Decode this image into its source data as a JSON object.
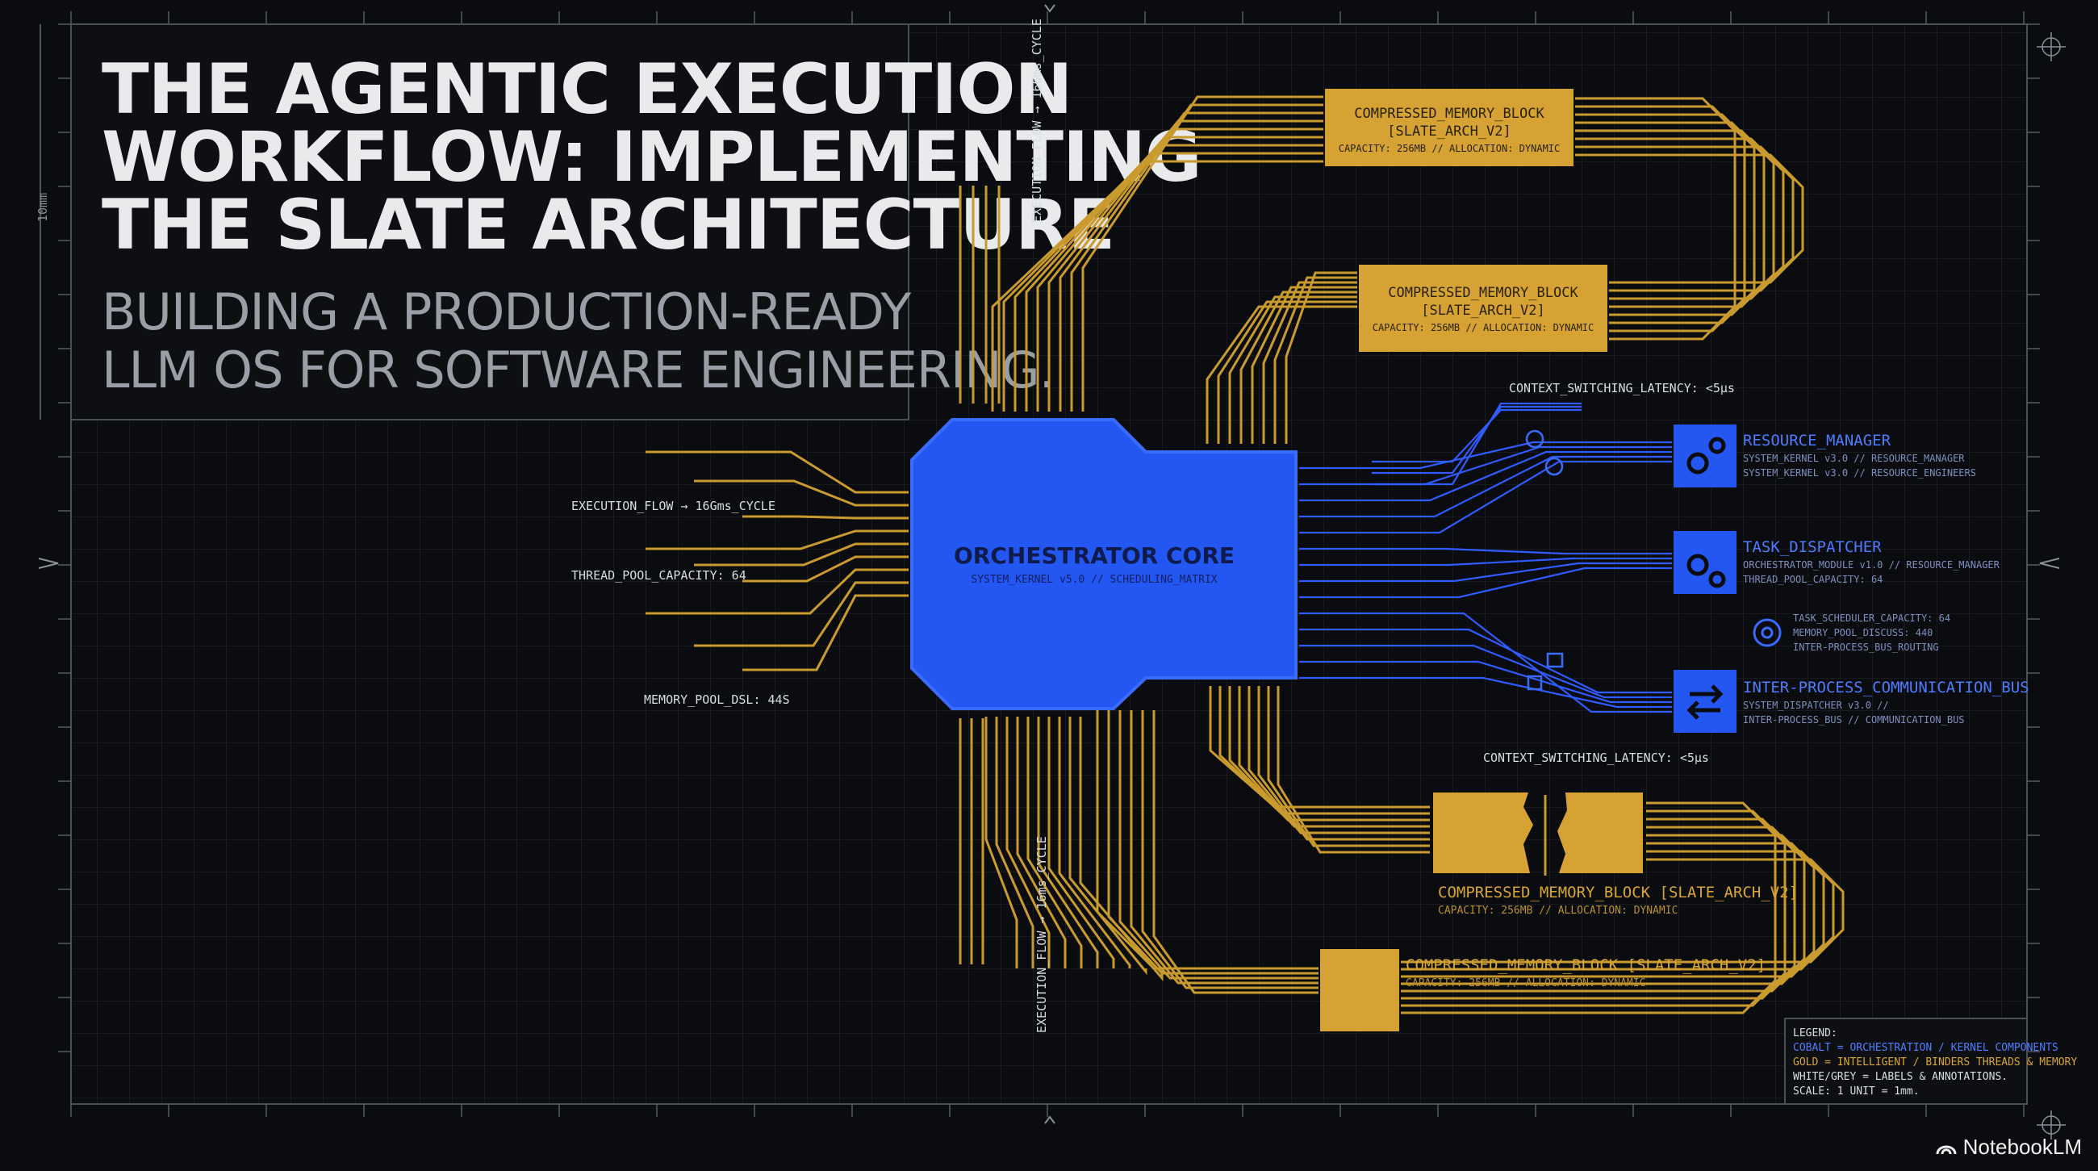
{
  "title": {
    "lines": [
      "THE AGENTIC EXECUTION",
      "WORKFLOW: IMPLEMENTING",
      "THE SLATE ARCHITECTURE"
    ],
    "subtitle_lines": [
      "BUILDING A PRODUCTION-READY",
      "LLM OS FOR SOFTWARE ENGINEERING."
    ]
  },
  "side_measure": "10mm",
  "core": {
    "title": "ORCHESTRATOR CORE",
    "subtitle": "SYSTEM_KERNEL v5.0 // SCHEDULING_MATRIX"
  },
  "left_labels": [
    "EXECUTION_FLOW → 16Gms_CYCLE",
    "THREAD_POOL_CAPACITY: 64",
    "MEMORY_POOL_DSL: 44S"
  ],
  "vertical_labels": [
    "EXECUTION_FLOW → 16Gms_CYCLE",
    "EXECUTION_FLOW → 16ms_CYCLE"
  ],
  "latency_labels": [
    "CONTEXT_SWITCHING_LATENCY: <5μs",
    "CONTEXT_SWITCHING_LATENCY: <5μs"
  ],
  "memory_blocks": [
    {
      "l1": "COMPRESSED_MEMORY_BLOCK",
      "l2": "[SLATE_ARCH_V2]",
      "l3": "CAPACITY: 256MB // ALLOCATION: DYNAMIC"
    },
    {
      "l1": "COMPRESSED_MEMORY_BLOCK",
      "l2": "[SLATE_ARCH_V2]",
      "l3": "CAPACITY: 256MB // ALLOCATION: DYNAMIC"
    },
    {
      "l1": "COMPRESSED_MEMORY_BLOCK [SLATE_ARCH_V2]",
      "l3": "CAPACITY: 256MB // ALLOCATION: DYNAMIC"
    },
    {
      "l1": "COMPRESSED_MEMORY_BLOCK [SLATE_ARCH_V2]",
      "l3": "CAPACITY: 256MB // ALLOCATION: DYNAMIC"
    }
  ],
  "components": [
    {
      "name": "RESOURCE_MANAGER",
      "s1": "SYSTEM_KERNEL v3.0 // RESOURCE_MANAGER",
      "s2": "SYSTEM_KERNEL v3.0 // RESOURCE_ENGINEERS",
      "icon": "gears-icon"
    },
    {
      "name": "TASK_DISPATCHER",
      "s1": "ORCHESTRATOR_MODULE v1.0 // RESOURCE_MANAGER",
      "s2": "THREAD_POOL_CAPACITY: 64",
      "icon": "gears-icon"
    },
    {
      "name": "INTER-PROCESS_COMMUNICATION_BUS",
      "s1": "SYSTEM_DISPATCHER v3.0 //",
      "s2": "INTER-PROCESS_BUS // COMMUNICATION_BUS",
      "icon": "arrows-swap-icon"
    }
  ],
  "floating_note": [
    "TASK_SCHEDULER_CAPACITY: 64",
    "MEMORY_POOL_DISCUSS: 440",
    "INTER-PROCESS_BUS_ROUTING"
  ],
  "legend": {
    "title": "LEGEND:",
    "items": [
      {
        "text": "COBALT = ORCHESTRATION / KERNEL COMPONENTS",
        "color": "#4d7dff"
      },
      {
        "text": "GOLD = INTELLIGENT / BINDERS THREADS & MEMORY",
        "color": "#d9a632"
      },
      {
        "text": "WHITE/GREY = LABELS & ANNOTATIONS.",
        "color": "#d9dce2"
      },
      {
        "text": "SCALE: 1 UNIT = 1mm.",
        "color": "#d9dce2"
      }
    ]
  },
  "brand": "NotebookLM",
  "colors": {
    "cobalt": "#2f5bff",
    "gold": "#d9a632",
    "bg": "#0b0c0f",
    "grid": "#2a2d33"
  }
}
